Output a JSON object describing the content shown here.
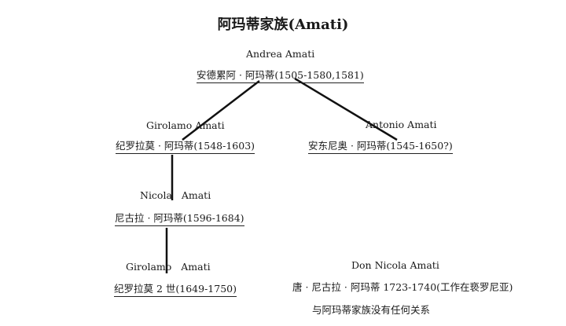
{
  "title": "阿玛蒂家族(Amati)",
  "nodes": {
    "andrea": {
      "latin": "Andrea Amati",
      "chinese": "安德累阿 · 阿玛蒂(1505-1580,1581)"
    },
    "girolamo": {
      "latin": "Girolamo Amati",
      "chinese": "纪罗拉莫 · 阿玛蒂(1548-1603)"
    },
    "antonio": {
      "latin": "Antonio Amati",
      "chinese": "安东尼奥 · 阿玛蒂(1545-1650?)"
    },
    "nicola": {
      "latin": "Nicola   Amati",
      "chinese": "尼古拉 · 阿玛蒂(1596-1684)"
    },
    "girolamo2": {
      "latin": "Girolamo   Amati",
      "chinese": "纪罗拉莫 2 世(1649-1750)"
    },
    "don_nicola": {
      "latin": "Don Nicola Amati",
      "chinese": "唐 · 尼古拉 · 阿玛蒂 1723-1740(工作在亵罗尼亚)"
    }
  },
  "note": "与阿玛蒂家族没有任何关系"
}
